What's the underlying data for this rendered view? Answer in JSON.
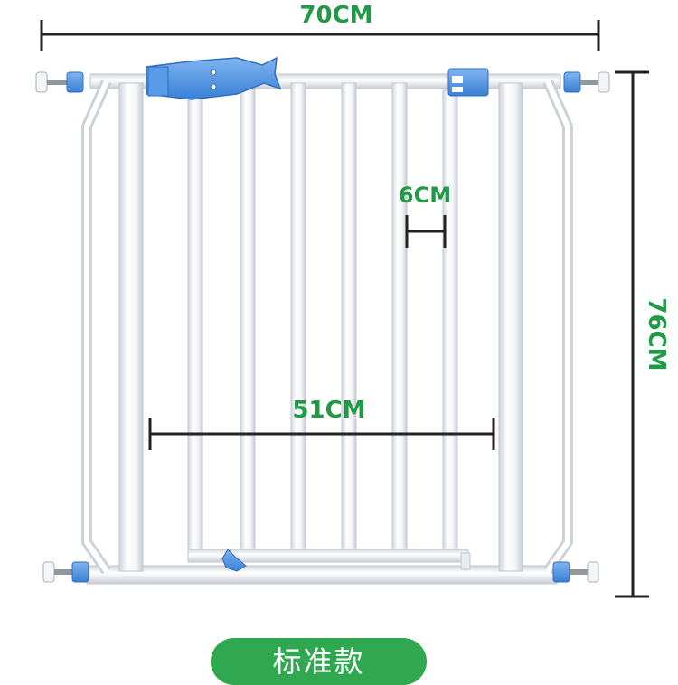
{
  "dimensions": {
    "width_label": "70CM",
    "height_label": "76CM",
    "opening_label": "51CM",
    "bar_gap_label": "6CM"
  },
  "badge": {
    "label": "标准款"
  },
  "colors": {
    "dimension_text": "#1f9a45",
    "dimension_line": "#222222",
    "frame": "#ffffff",
    "frame_shade": "#d9dde2",
    "fittings": "#4a8fe0",
    "badge_bg": "#2fa84f",
    "badge_text": "#ffffff"
  }
}
